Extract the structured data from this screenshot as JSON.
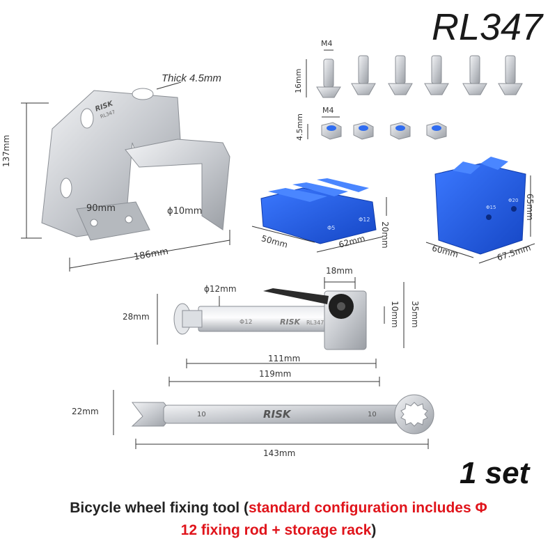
{
  "product": {
    "model": "RL347",
    "quantity": "1 set",
    "caption_black": "Bicycle wheel fixing tool (",
    "caption_red_1": "standard configuration includes Φ",
    "caption_red_2": "12 fixing rod + storage rack",
    "caption_close": ")",
    "brand": "RISK",
    "bracket_label": "RL347",
    "rod_label": "Φ12",
    "rod_brand_suffix": "RL347",
    "wrench_size_left": "10",
    "wrench_size_right": "10"
  },
  "dimensions": {
    "bracket": {
      "thickness": "Thick 4.5mm",
      "height": "137mm",
      "depth": "90mm",
      "hole": "ϕ10mm",
      "width": "186mm"
    },
    "screws": {
      "thread": "M4",
      "length": "16mm"
    },
    "nuts": {
      "thread": "M4",
      "height": "4.5mm"
    },
    "block_small": {
      "height": "20mm",
      "depth": "50mm",
      "width": "62mm",
      "label_a": "Φ5",
      "label_b": "Φ12"
    },
    "block_tall": {
      "height": "65mm",
      "depth": "60mm",
      "width": "67.5mm",
      "label_a": "Φ15",
      "label_b": "Φ20"
    },
    "rod": {
      "diameter": "ϕ12mm",
      "head": "28mm",
      "clamp_width": "18mm",
      "clamp_gap": "10mm",
      "clamp_height": "35mm",
      "length_inner": "111mm",
      "length_total": "119mm"
    },
    "wrench": {
      "height": "22mm",
      "length": "143mm"
    }
  },
  "colors": {
    "accent": "#e0141b",
    "block_blue": "#1f5be0",
    "steel": "#c9ccd0"
  }
}
